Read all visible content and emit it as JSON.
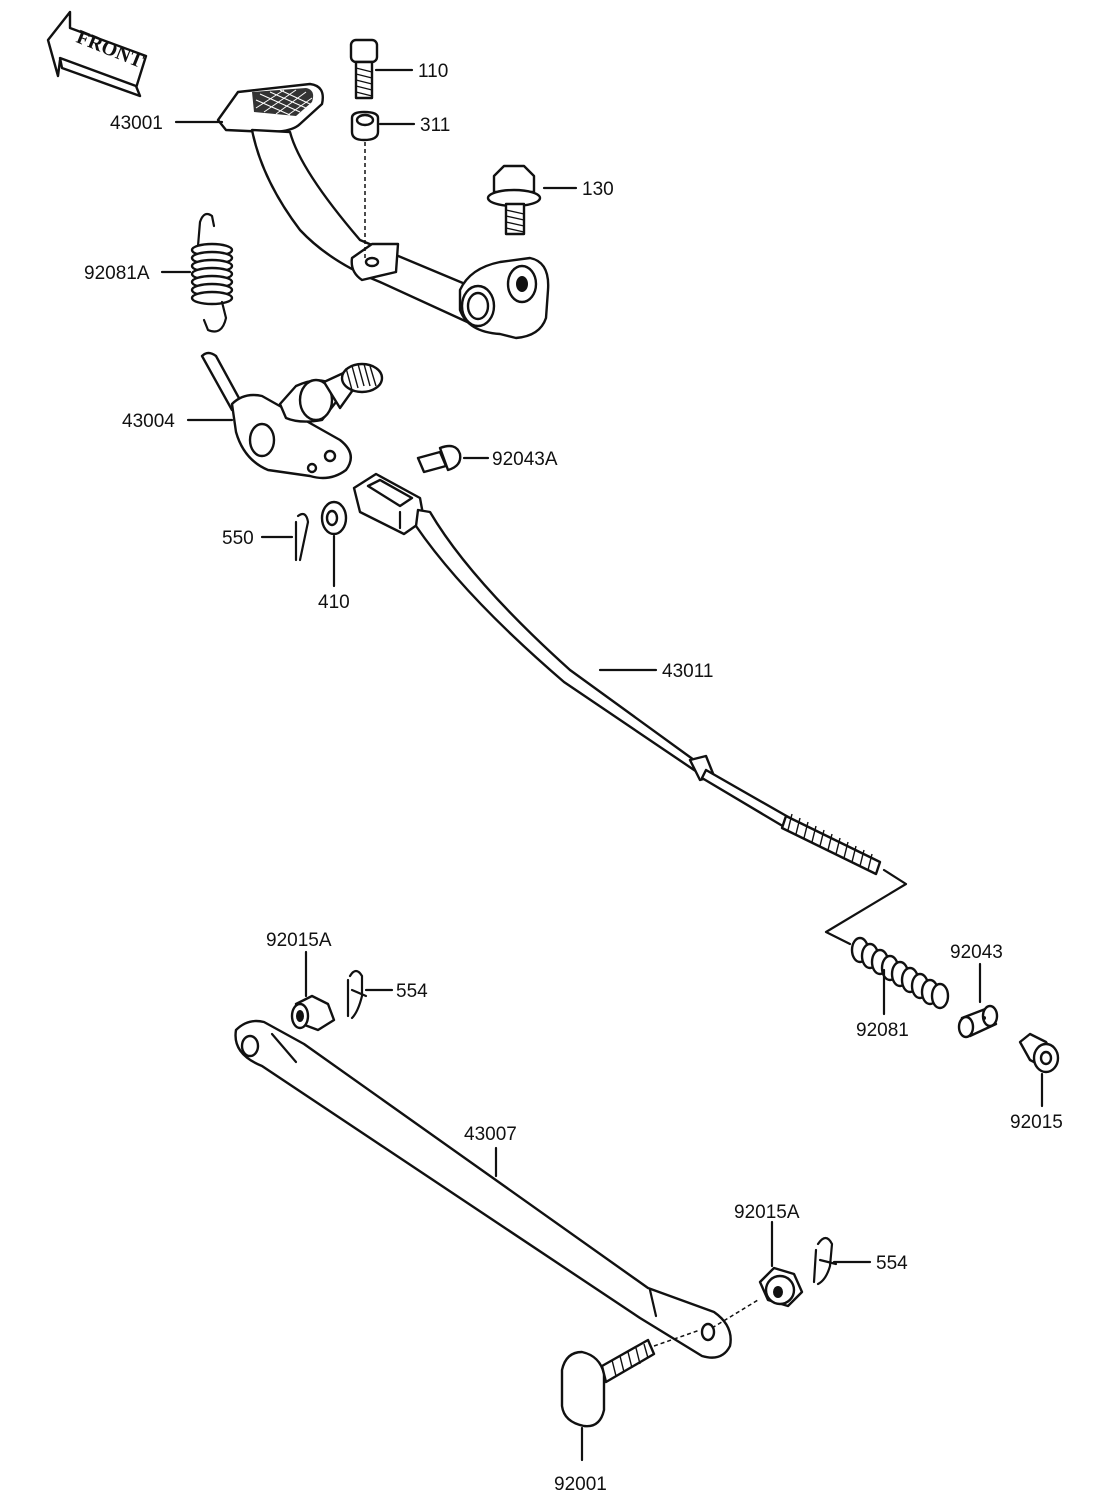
{
  "direction_tag": {
    "text": "FRONT"
  },
  "parts": [
    {
      "id": "p110",
      "number": "110",
      "name": "bolt"
    },
    {
      "id": "p311",
      "number": "311",
      "name": "nut"
    },
    {
      "id": "p43001",
      "number": "43001",
      "name": "brake-pedal"
    },
    {
      "id": "p130",
      "number": "130",
      "name": "flange-bolt"
    },
    {
      "id": "p92081A",
      "number": "92081A",
      "name": "return-spring"
    },
    {
      "id": "p43004",
      "number": "43004",
      "name": "brake-shaft-lever"
    },
    {
      "id": "p92043A",
      "number": "92043A",
      "name": "clevis-pin"
    },
    {
      "id": "p550",
      "number": "550",
      "name": "cotter-pin"
    },
    {
      "id": "p410",
      "number": "410",
      "name": "washer"
    },
    {
      "id": "p43011",
      "number": "43011",
      "name": "brake-rod"
    },
    {
      "id": "p92015A_top",
      "number": "92015A",
      "name": "nut-upper"
    },
    {
      "id": "p554_top",
      "number": "554",
      "name": "snap-pin-upper"
    },
    {
      "id": "p92043",
      "number": "92043",
      "name": "pin"
    },
    {
      "id": "p92081",
      "number": "92081",
      "name": "spring"
    },
    {
      "id": "p92015",
      "number": "92015",
      "name": "adjusting-nut"
    },
    {
      "id": "p43007",
      "number": "43007",
      "name": "torque-link"
    },
    {
      "id": "p92015A_bot",
      "number": "92015A",
      "name": "nut-lower"
    },
    {
      "id": "p554_bot",
      "number": "554",
      "name": "snap-pin-lower"
    },
    {
      "id": "p92001",
      "number": "92001",
      "name": "bolt-lower"
    }
  ]
}
